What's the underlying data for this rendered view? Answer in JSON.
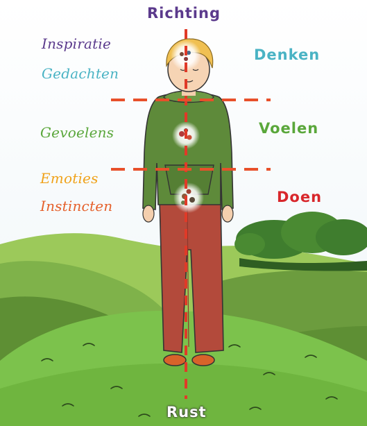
{
  "axis": {
    "top": "Richting",
    "bottom": "Rust"
  },
  "left_labels": {
    "inspiratie": "Inspiratie",
    "gedachten": "Gedachten",
    "gevoelens": "Gevoelens",
    "emoties": "Emoties",
    "instincten": "Instincten"
  },
  "right_labels": {
    "denken": "Denken",
    "voelen": "Voelen",
    "doen": "Doen"
  },
  "colors": {
    "purple": "#5b3a8c",
    "teal": "#4ab3c4",
    "green": "#5aa73b",
    "orange": "#f0a21a",
    "red_orange": "#e5602b",
    "red": "#d8262b",
    "dashed_line": "#e8502a"
  },
  "icons": [
    "person-illustration",
    "head-center-icon",
    "heart-center-icon",
    "belly-center-icon"
  ]
}
